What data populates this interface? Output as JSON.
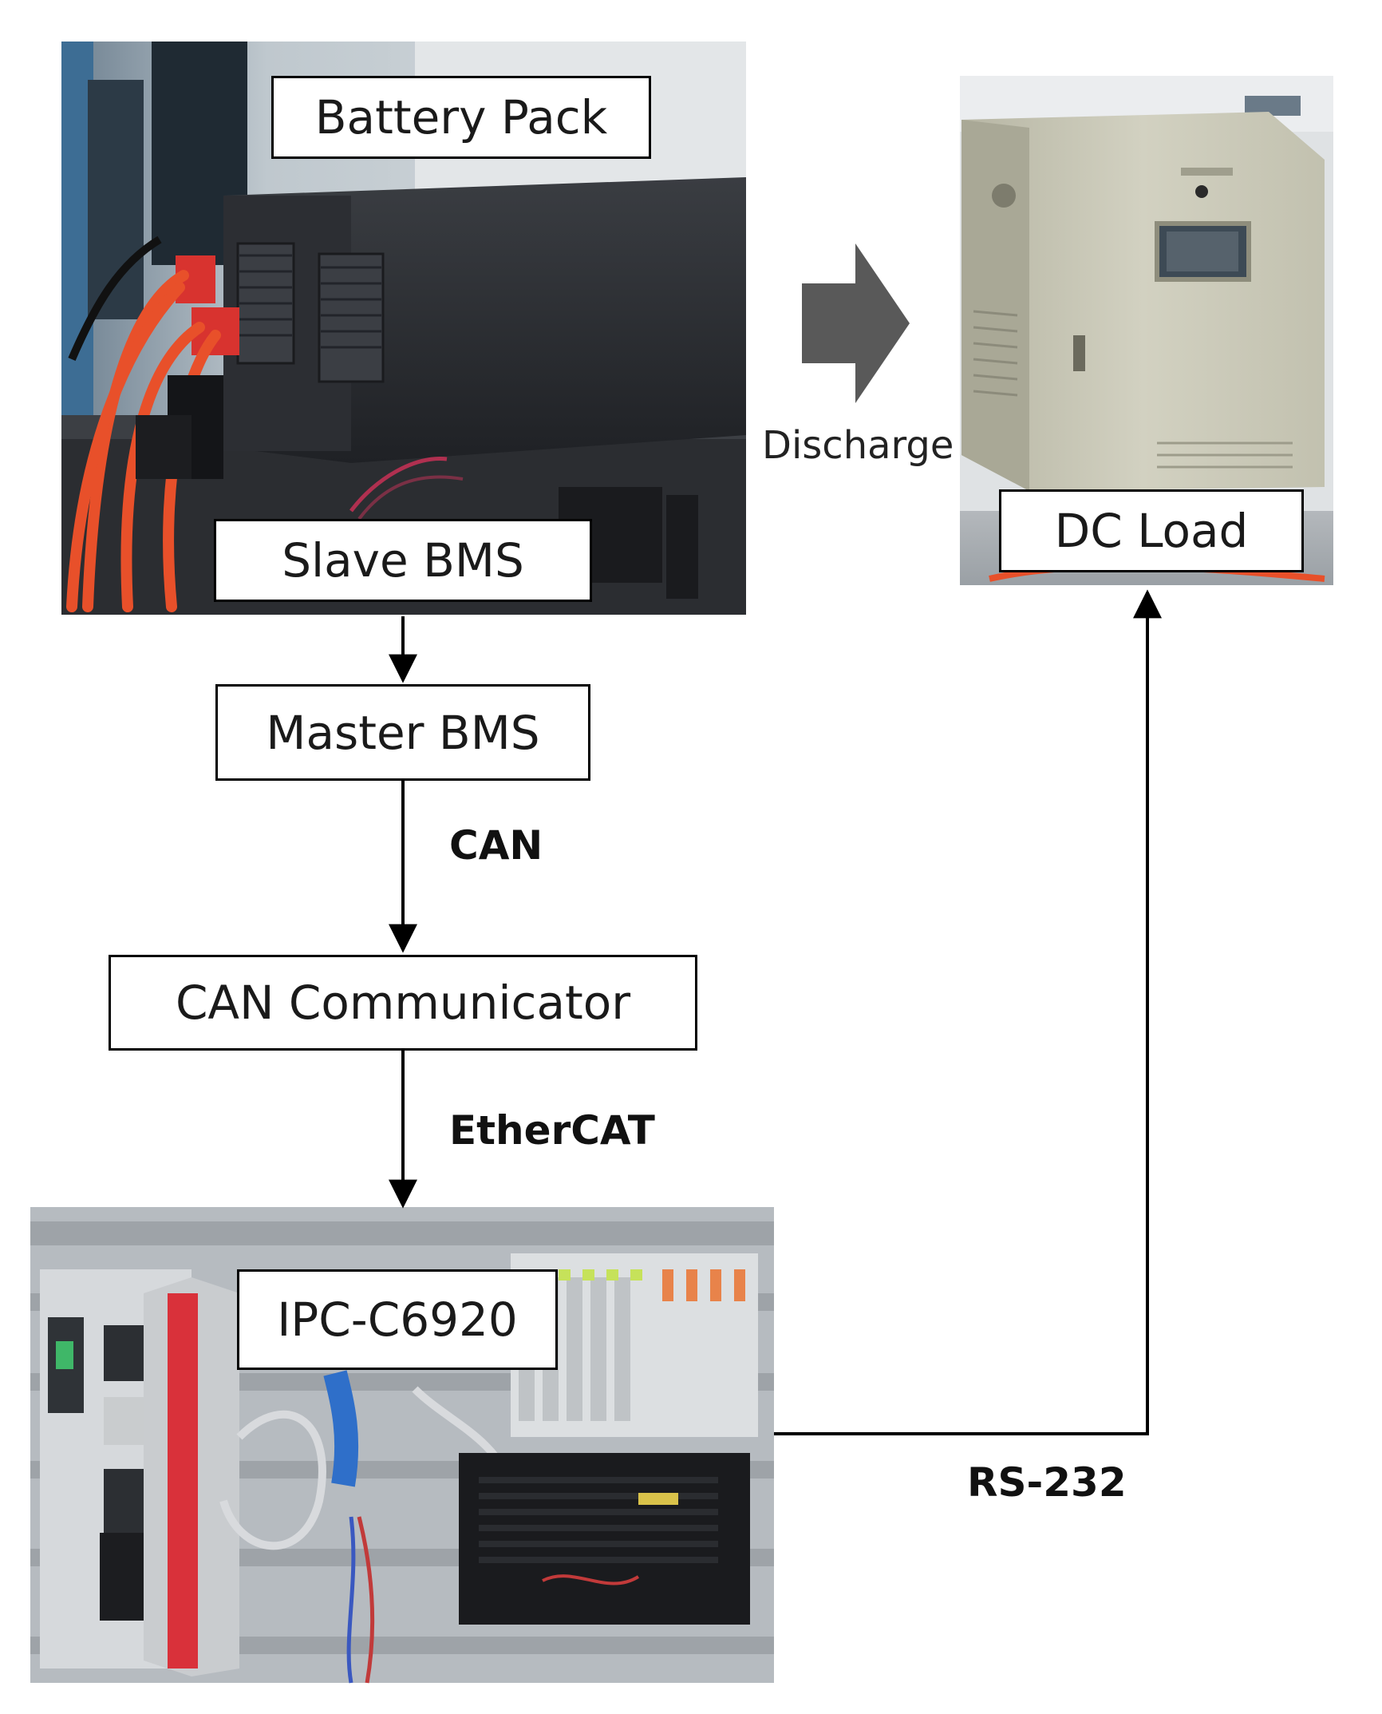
{
  "diagram": {
    "nodes": {
      "battery_pack": "Battery Pack",
      "slave_bms": "Slave BMS",
      "dc_load": "DC Load",
      "master_bms": "Master BMS",
      "can_communicator": "CAN Communicator",
      "ipc": "IPC-C6920"
    },
    "edges": {
      "discharge": "Discharge",
      "can": "CAN",
      "ethercat": "EtherCAT",
      "rs232": "RS-232"
    }
  },
  "colors": {
    "line": "#000000",
    "arrow_fill": "#595959",
    "cable": "#e8502a",
    "pack_body": "#25272b",
    "cabinet": "#c9c7b5",
    "rail": "#9ea3a8"
  }
}
